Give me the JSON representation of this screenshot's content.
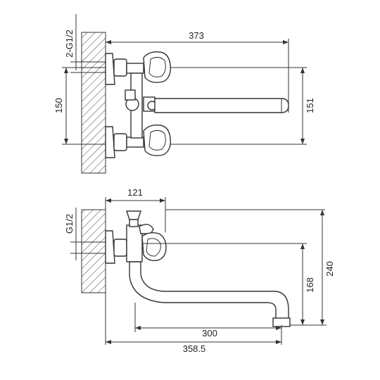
{
  "top_view": {
    "thread_label": "2-G1/2",
    "width_dim": "373",
    "left_height_dim": "150",
    "right_height_dim": "151"
  },
  "bottom_view": {
    "thread_label": "G1/2",
    "top_dim": "121",
    "spout_height_dim": "168",
    "total_height_dim": "240",
    "spout_reach_dim": "300",
    "total_length_dim": "358.5"
  }
}
